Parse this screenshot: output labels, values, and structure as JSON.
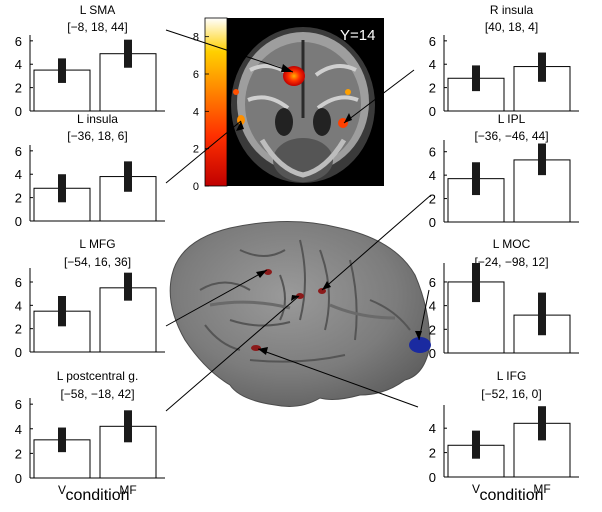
{
  "coronal_panel": {
    "slice_label": "Y=14",
    "colorbar_ticks": [
      "0",
      "2",
      "4",
      "6",
      "8"
    ],
    "colorbar_colors": [
      "#c00000",
      "#ff3000",
      "#ff8000",
      "#ffd000",
      "#ffffff"
    ]
  },
  "xlabel": "condition",
  "chart_data": [
    {
      "type": "bar",
      "title": "L SMA",
      "subtitle": "[−8, 18, 44]",
      "categories": [
        "V",
        "MF"
      ],
      "values": [
        3.5,
        4.9
      ],
      "error_low": [
        2.4,
        3.7
      ],
      "error_high": [
        4.5,
        6.1
      ],
      "yticks": [
        0,
        2,
        4,
        6
      ],
      "ylim": [
        0,
        6.5
      ]
    },
    {
      "type": "bar",
      "title": "L insula",
      "subtitle": "[−36, 18, 6]",
      "categories": [
        "V",
        "MF"
      ],
      "values": [
        2.8,
        3.8
      ],
      "error_low": [
        1.6,
        2.5
      ],
      "error_high": [
        4.0,
        5.1
      ],
      "yticks": [
        0,
        2,
        4,
        6
      ],
      "ylim": [
        0,
        6.5
      ]
    },
    {
      "type": "bar",
      "title": "L MFG",
      "subtitle": "[−54, 16, 36]",
      "categories": [
        "V",
        "MF"
      ],
      "values": [
        3.5,
        5.5
      ],
      "error_low": [
        2.2,
        4.4
      ],
      "error_high": [
        4.8,
        6.8
      ],
      "yticks": [
        0,
        2,
        4,
        6
      ],
      "ylim": [
        0,
        7.2
      ]
    },
    {
      "type": "bar",
      "title": "L postcentral g.",
      "subtitle": "[−58, −18, 42]",
      "categories": [
        "V",
        "MF"
      ],
      "values": [
        3.1,
        4.2
      ],
      "error_low": [
        2.1,
        2.9
      ],
      "error_high": [
        4.1,
        5.5
      ],
      "yticks": [
        0,
        2,
        4,
        6
      ],
      "ylim": [
        0,
        6.5
      ],
      "xlabel": "condition"
    },
    {
      "type": "bar",
      "title": "R insula",
      "subtitle": "[40, 18, 4]",
      "categories": [
        "V",
        "MF"
      ],
      "values": [
        2.8,
        3.8
      ],
      "error_low": [
        1.7,
        2.5
      ],
      "error_high": [
        3.9,
        5.0
      ],
      "yticks": [
        0,
        2,
        4,
        6
      ],
      "ylim": [
        0,
        6.5
      ]
    },
    {
      "type": "bar",
      "title": "L IPL",
      "subtitle": "[−36, −46, 44]",
      "categories": [
        "V",
        "MF"
      ],
      "values": [
        3.7,
        5.3
      ],
      "error_low": [
        2.3,
        4.0
      ],
      "error_high": [
        5.1,
        6.7
      ],
      "yticks": [
        0,
        2,
        4,
        6
      ],
      "ylim": [
        0,
        7.0
      ]
    },
    {
      "type": "bar",
      "title": "L MOC",
      "subtitle": "[−24, −98, 12]",
      "categories": [
        "V",
        "MF"
      ],
      "values": [
        6.0,
        3.2
      ],
      "error_low": [
        4.3,
        1.5
      ],
      "error_high": [
        7.6,
        5.1
      ],
      "yticks": [
        0,
        2,
        4,
        6
      ],
      "ylim": [
        0,
        7.6
      ]
    },
    {
      "type": "bar",
      "title": "L IFG",
      "subtitle": "[−52, 16, 0]",
      "categories": [
        "V",
        "MF"
      ],
      "values": [
        2.6,
        4.4
      ],
      "error_low": [
        1.5,
        3.0
      ],
      "error_high": [
        3.8,
        5.8
      ],
      "yticks": [
        0,
        2,
        4
      ],
      "ylim": [
        0,
        5.9
      ],
      "xlabel": "condition"
    }
  ]
}
